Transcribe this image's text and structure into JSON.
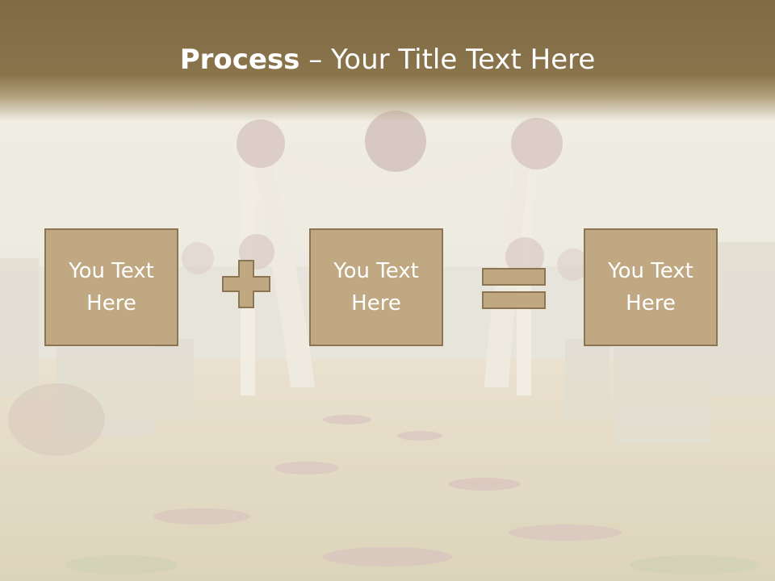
{
  "slide": {
    "title_bold": "Process",
    "title_rest": " – Your Title Text Here"
  },
  "boxes": [
    {
      "text": "You Text Here"
    },
    {
      "text": "You Text Here"
    },
    {
      "text": "You Text Here"
    }
  ],
  "operators": [
    "plus-icon",
    "equals-icon"
  ],
  "colors": {
    "header": "#8a744c",
    "box_fill": "#c0a982",
    "box_border": "#8c7553",
    "text": "#ffffff"
  }
}
